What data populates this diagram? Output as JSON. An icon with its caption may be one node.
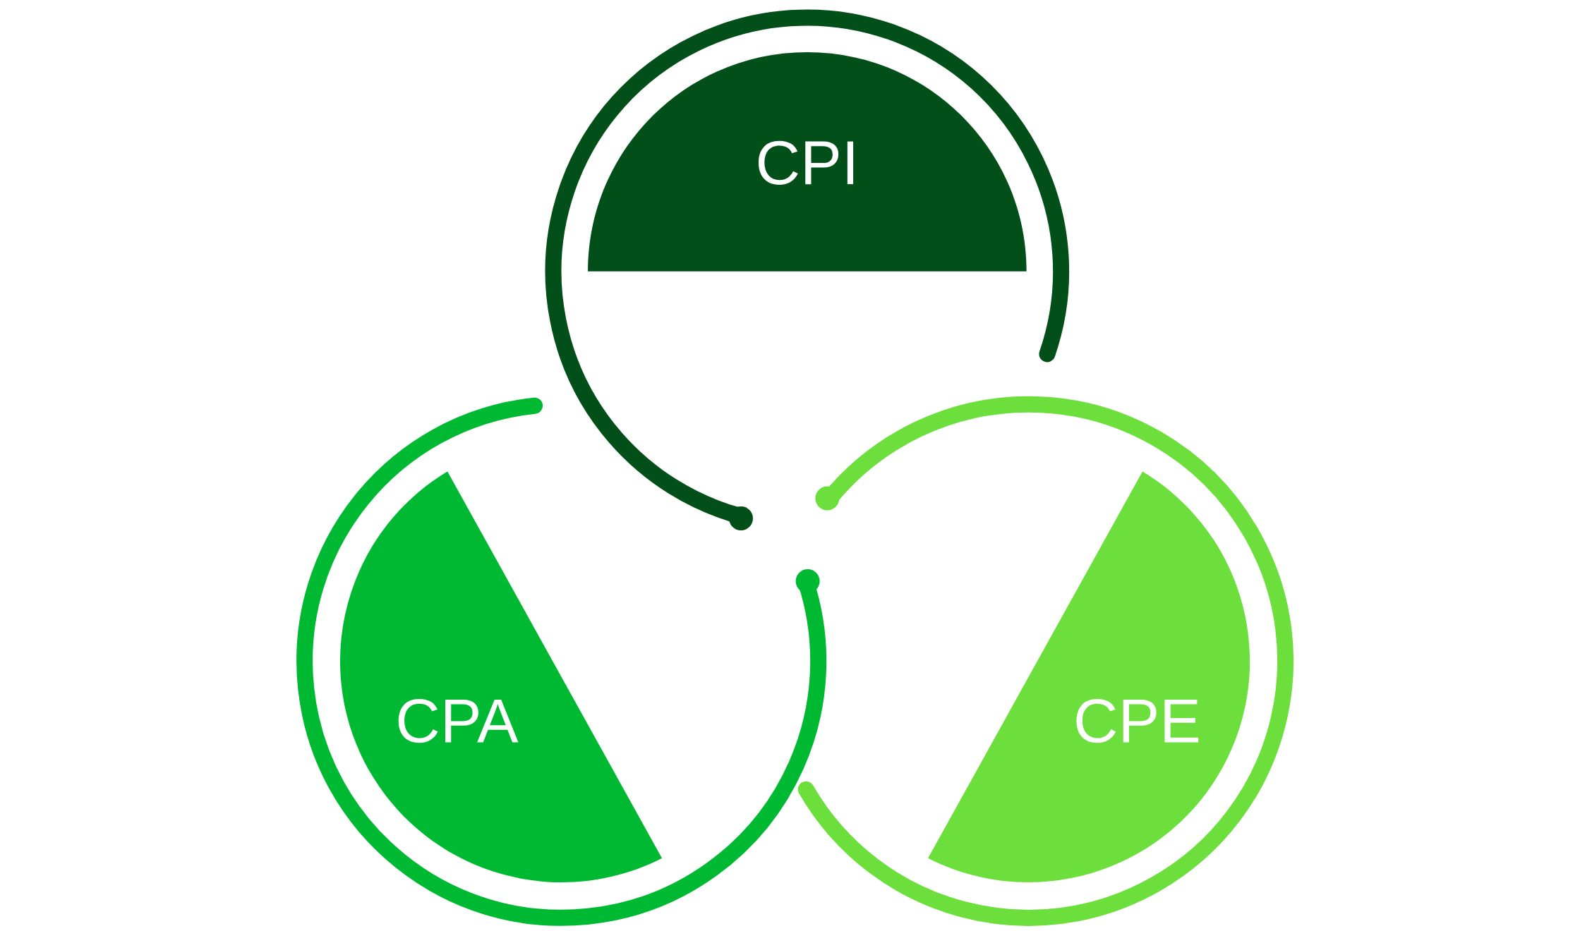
{
  "diagram": {
    "nodes": [
      {
        "text": [
          "CPI"
        ]
      },
      {
        "text": [
          "CPA"
        ]
      },
      {
        "text": [
          "CPE"
        ]
      }
    ]
  }
}
